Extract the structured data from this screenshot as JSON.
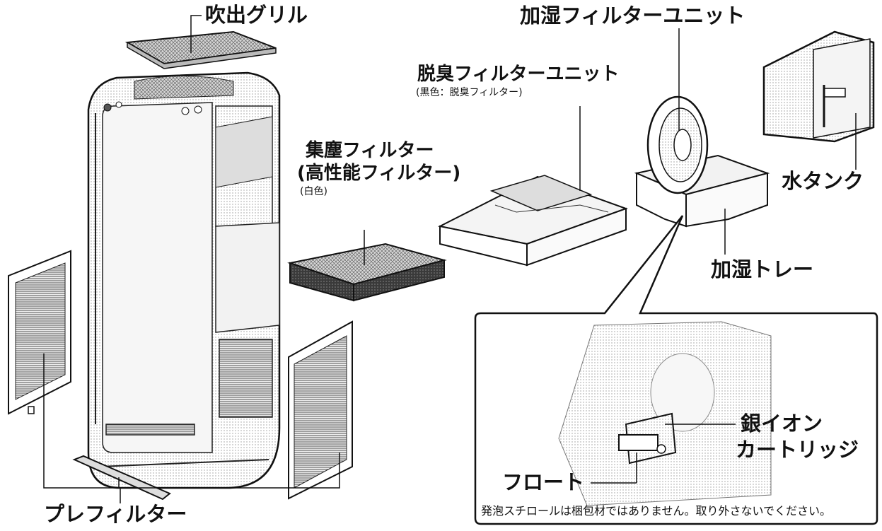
{
  "labels": {
    "outlet_grille": "吹出グリル",
    "humidifier_filter_unit": "加湿フィルターユニット",
    "deodorizing_filter_unit": "脱臭フィルターユニット",
    "deodorizing_filter_note": "(黒色：脱臭フィルター)",
    "dust_filter": "集塵フィルター",
    "dust_filter_sub": "(高性能フィルター)",
    "dust_filter_color": "(白色)",
    "water_tank": "水タンク",
    "humidifier_tray": "加湿トレー",
    "silver_ion": "銀イオン",
    "cartridge": "カートリッジ",
    "float": "フロート",
    "pre_filter": "プレフィルター",
    "styrofoam_note": "発泡スチロールは梱包材ではありません。取り外さないでください。"
  }
}
